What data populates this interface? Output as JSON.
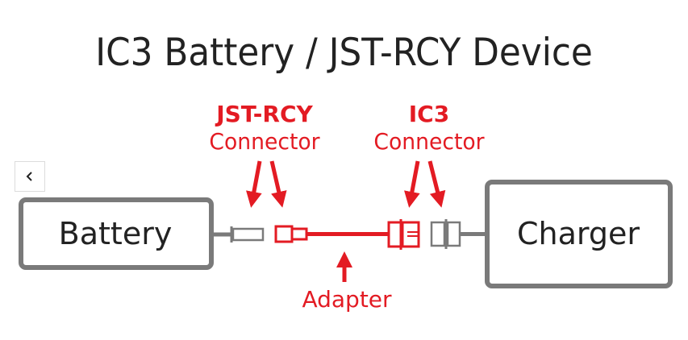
{
  "title": "IC3 Battery / JST-RCY Device",
  "labels": {
    "jst": {
      "line1": "JST-RCY",
      "line2": "Connector"
    },
    "ic3": {
      "line1": "IC3",
      "line2": "Connector"
    },
    "adapter": "Adapter"
  },
  "boxes": {
    "battery": "Battery",
    "charger": "Charger"
  },
  "nav": {
    "back_icon": "chevron-left-icon"
  },
  "colors": {
    "accent": "#e31b23",
    "outline": "#7a7a7a",
    "text": "#222222"
  }
}
